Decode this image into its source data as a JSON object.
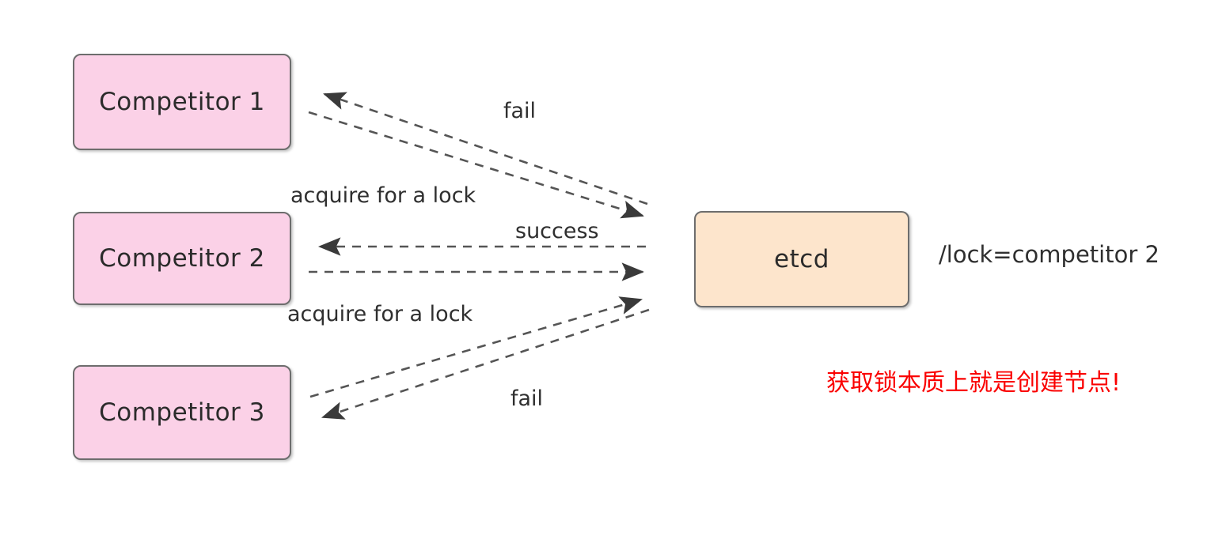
{
  "diagram": {
    "title": "etcd distributed lock acquisition",
    "colors": {
      "competitor_fill": "#fbd1e7",
      "store_fill": "#fde5cc",
      "node_border": "#6d6d6d",
      "edge": "#3f3f3f",
      "text": "#2f2f2f",
      "warning_text": "#fa0000",
      "background": "#ffffff"
    },
    "nodes": [
      {
        "id": "competitor-1",
        "label": "Competitor 1",
        "type": "competitor"
      },
      {
        "id": "competitor-2",
        "label": "Competitor 2",
        "type": "competitor"
      },
      {
        "id": "competitor-3",
        "label": "Competitor 3",
        "type": "competitor"
      },
      {
        "id": "etcd",
        "label": "etcd",
        "type": "store"
      }
    ],
    "edges": [
      {
        "id": "c1-request",
        "from": "competitor-1",
        "to": "etcd",
        "label": "",
        "style": "dashed",
        "direction": "forward"
      },
      {
        "id": "c1-fail",
        "from": "etcd",
        "to": "competitor-1",
        "label": "fail",
        "style": "dashed",
        "direction": "forward"
      },
      {
        "id": "c2-request",
        "from": "competitor-2",
        "to": "etcd",
        "label": "acquire for a lock",
        "style": "dashed",
        "direction": "forward"
      },
      {
        "id": "c2-success",
        "from": "etcd",
        "to": "competitor-2",
        "label": "success",
        "style": "dashed",
        "direction": "forward"
      },
      {
        "id": "c3-request",
        "from": "competitor-3",
        "to": "etcd",
        "label": "acquire for a lock",
        "style": "dashed",
        "direction": "forward"
      },
      {
        "id": "c3-fail",
        "from": "etcd",
        "to": "competitor-3",
        "label": "fail",
        "style": "dashed",
        "direction": "forward"
      }
    ],
    "labels": {
      "fail_top": "fail",
      "acquire_top": "acquire for a lock",
      "success": "success",
      "acquire_bottom": "acquire for a lock",
      "fail_bottom": "fail"
    },
    "annotations": {
      "lock_key": "/lock=competitor 2",
      "warning": "获取锁本质上就是创建节点!"
    }
  }
}
